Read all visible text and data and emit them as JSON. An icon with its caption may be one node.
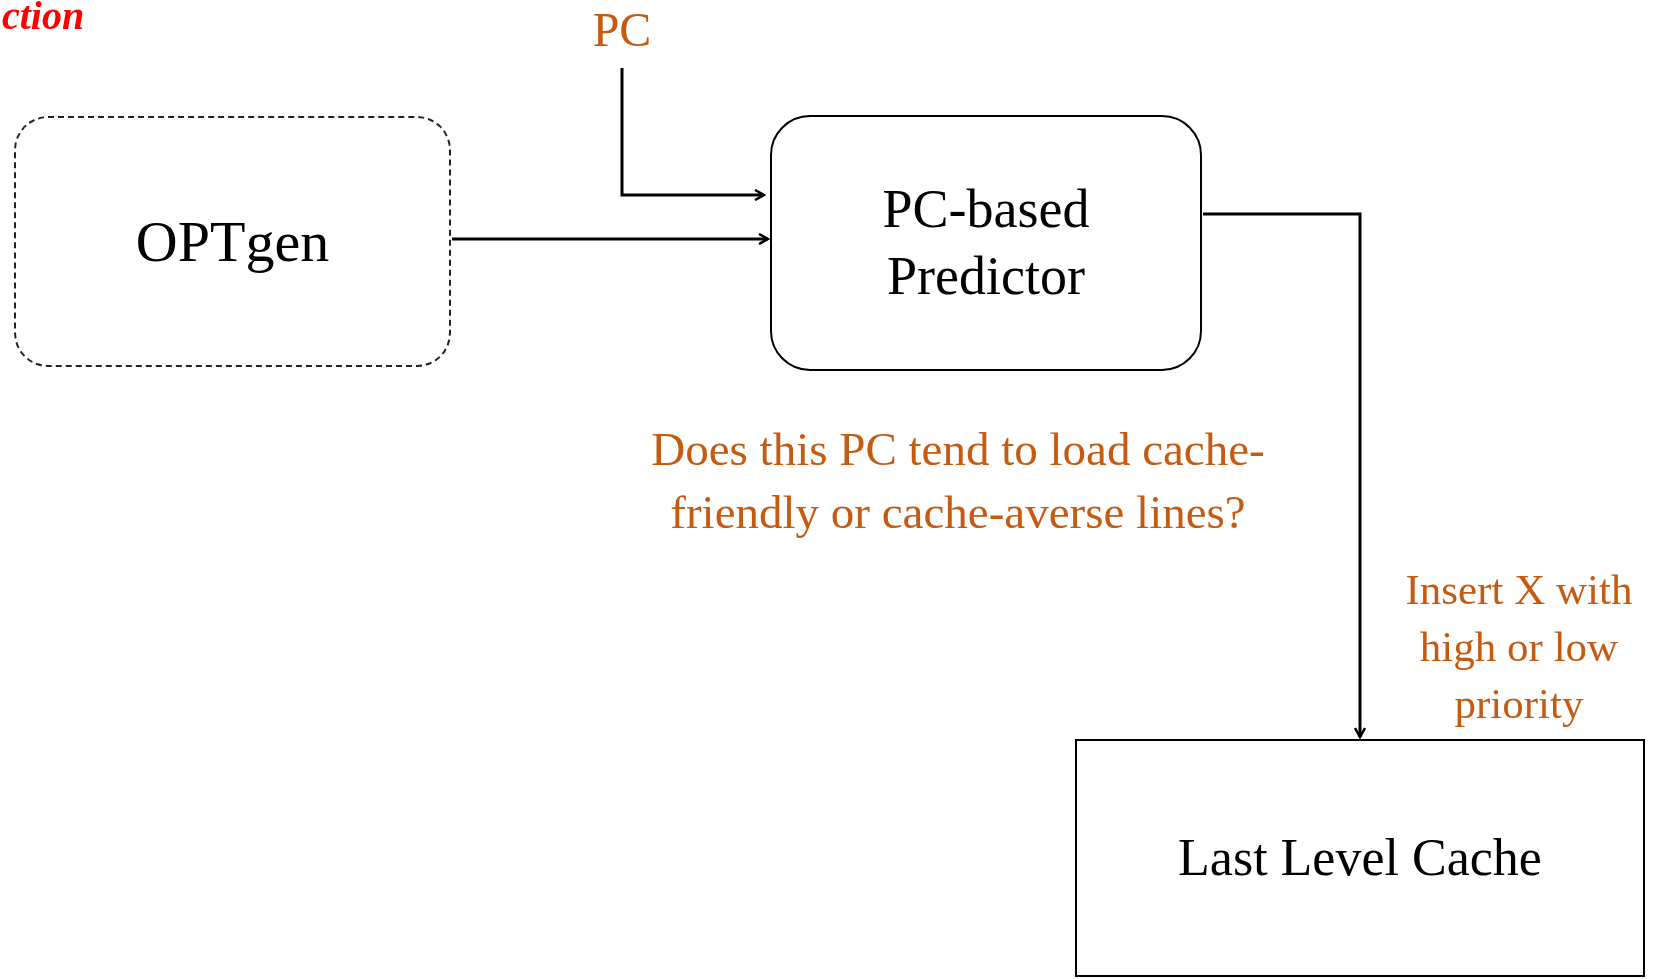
{
  "diagram": {
    "nodes": [
      {
        "text": [
          "PC"
        ]
      },
      {
        "text": [
          "OPTgen"
        ]
      },
      {
        "text": [
          "PC-based Predictor"
        ],
        "beside": [
          "Does this PC tend to load cache-friendly or cache-averse lines?"
        ]
      },
      {
        "text": [
          "Last Level Cache"
        ]
      }
    ],
    "edges": [
      {
        "from": 0,
        "to": 2,
        "arrow": "to"
      },
      {
        "from": 1,
        "to": 2,
        "arrow": "to"
      },
      {
        "from": 2,
        "to": 3,
        "arrow": "to",
        "label": "Insert X with high or low priority"
      }
    ],
    "labels": [
      "ction"
    ]
  }
}
